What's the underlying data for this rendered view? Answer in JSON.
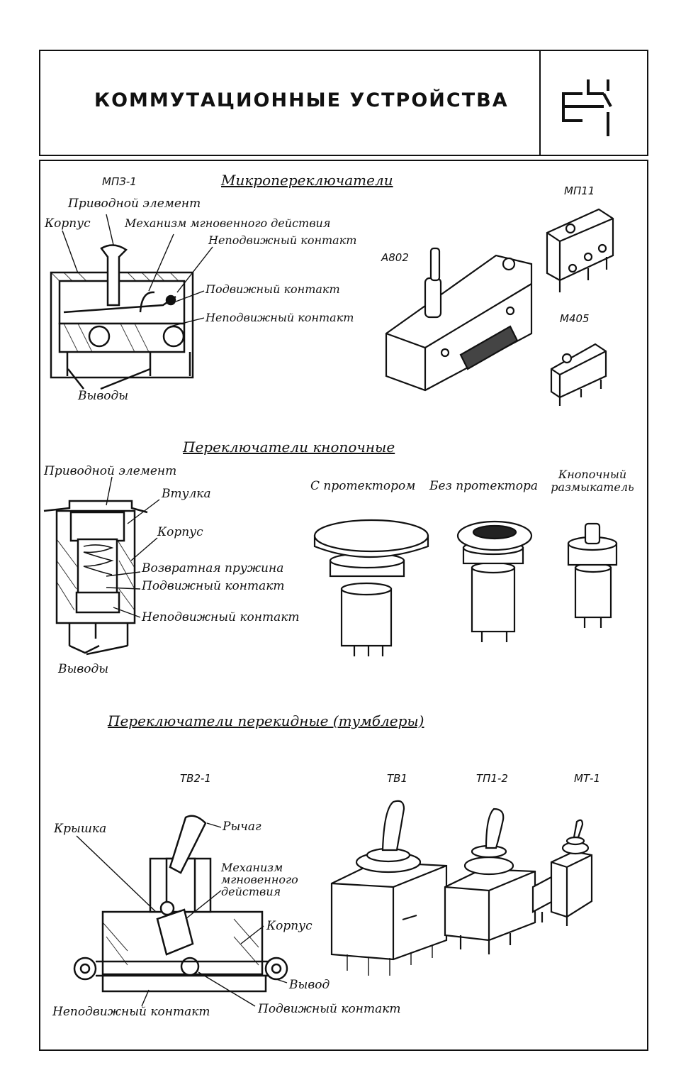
{
  "header": {
    "title": "КОММУТАЦИОННЫЕ УСТРОЙСТВА",
    "symbol_icon": "switch-contact-symbol-icon"
  },
  "micro": {
    "section_title": "Микропереключатели",
    "model_main": "МПЗ-1",
    "labels": {
      "actuator": "Приводной элемент",
      "case": "Корпус",
      "snap_mechanism": "Механизм мгновенного действия",
      "fixed_contact_top": "Неподвижный контакт",
      "moving_contact": "Подвижный контакт",
      "fixed_contact_bottom": "Неподвижный контакт",
      "terminals": "Выводы"
    },
    "models": [
      "А802",
      "МП11",
      "М405"
    ]
  },
  "push": {
    "section_title": "Переключатели кнопочные",
    "labels": {
      "actuator": "Приводной элемент",
      "bushing": "Втулка",
      "case": "Корпус",
      "return_spring": "Возвратная пружина",
      "moving_contact": "Подвижный контакт",
      "fixed_contact": "Неподвижный контакт",
      "terminals": "Выводы"
    },
    "variants": [
      "С протектором",
      "Без протектора",
      "Кнопочный размыкатель"
    ]
  },
  "toggle": {
    "section_title": "Переключатели перекидные (тумблеры)",
    "models": [
      "ТВ2-1",
      "ТВ1",
      "ТП1-2",
      "МТ-1"
    ],
    "labels": {
      "cover": "Крышка",
      "lever": "Рычаг",
      "snap_mechanism": "Механизм мгновенного действия",
      "case": "Корпус",
      "terminal": "Вывод",
      "fixed_contact": "Неподвижный контакт",
      "moving_contact": "Подвижный контакт"
    }
  }
}
